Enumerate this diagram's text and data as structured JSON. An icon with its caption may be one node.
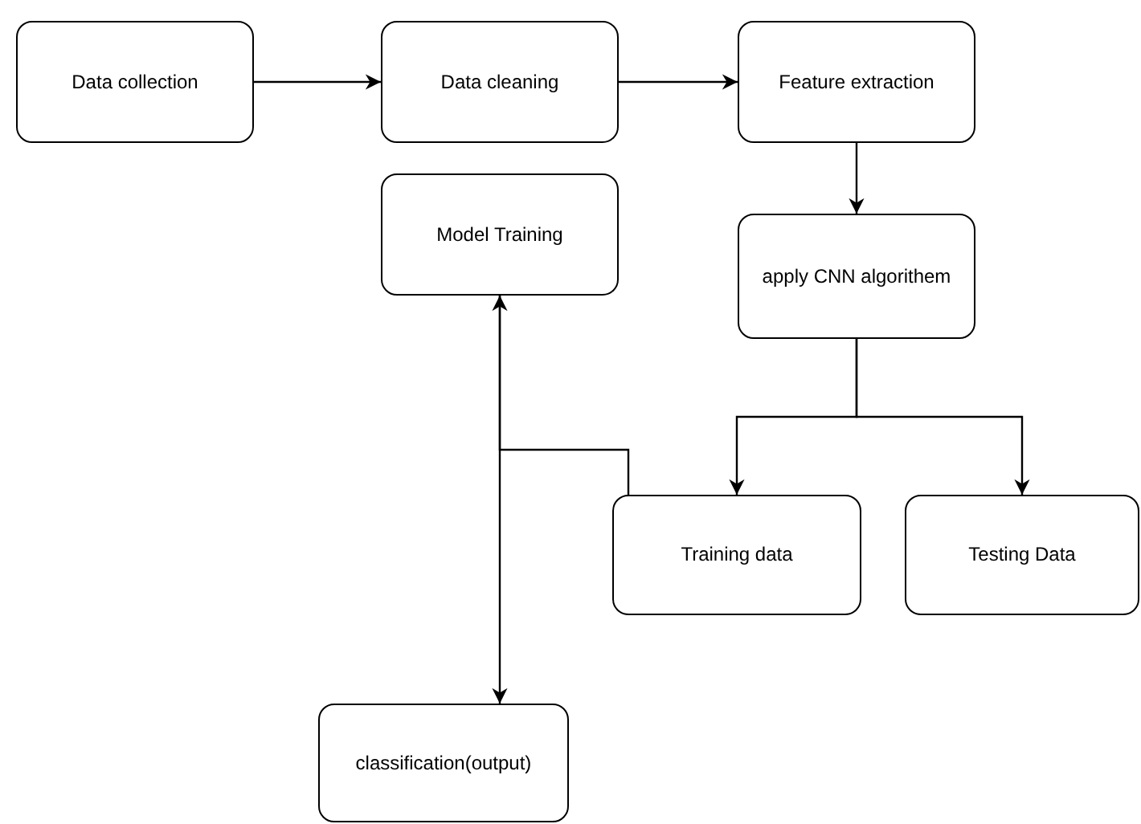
{
  "diagram": {
    "nodes": [
      {
        "text": [
          "Data collection"
        ]
      },
      {
        "text": [
          "Data cleaning"
        ]
      },
      {
        "text": [
          "Feature extraction"
        ]
      },
      {
        "text": [
          "Model Training"
        ]
      },
      {
        "text": [
          "apply CNN algorithem"
        ]
      },
      {
        "text": [
          "Training data"
        ]
      },
      {
        "text": [
          "Testing Data"
        ]
      },
      {
        "text": [
          "classification(output)"
        ]
      }
    ],
    "edges": [
      {
        "from": 0,
        "to": 1,
        "arrow": "to"
      },
      {
        "from": 1,
        "to": 2,
        "arrow": "to"
      },
      {
        "from": 2,
        "to": 4,
        "arrow": "to"
      },
      {
        "from": 4,
        "to": 5,
        "arrow": "to"
      },
      {
        "from": 4,
        "to": 6,
        "arrow": "to"
      },
      {
        "from": 5,
        "to": 3,
        "arrow": "to"
      },
      {
        "from": 3,
        "to": 7,
        "arrow": "to"
      }
    ]
  }
}
